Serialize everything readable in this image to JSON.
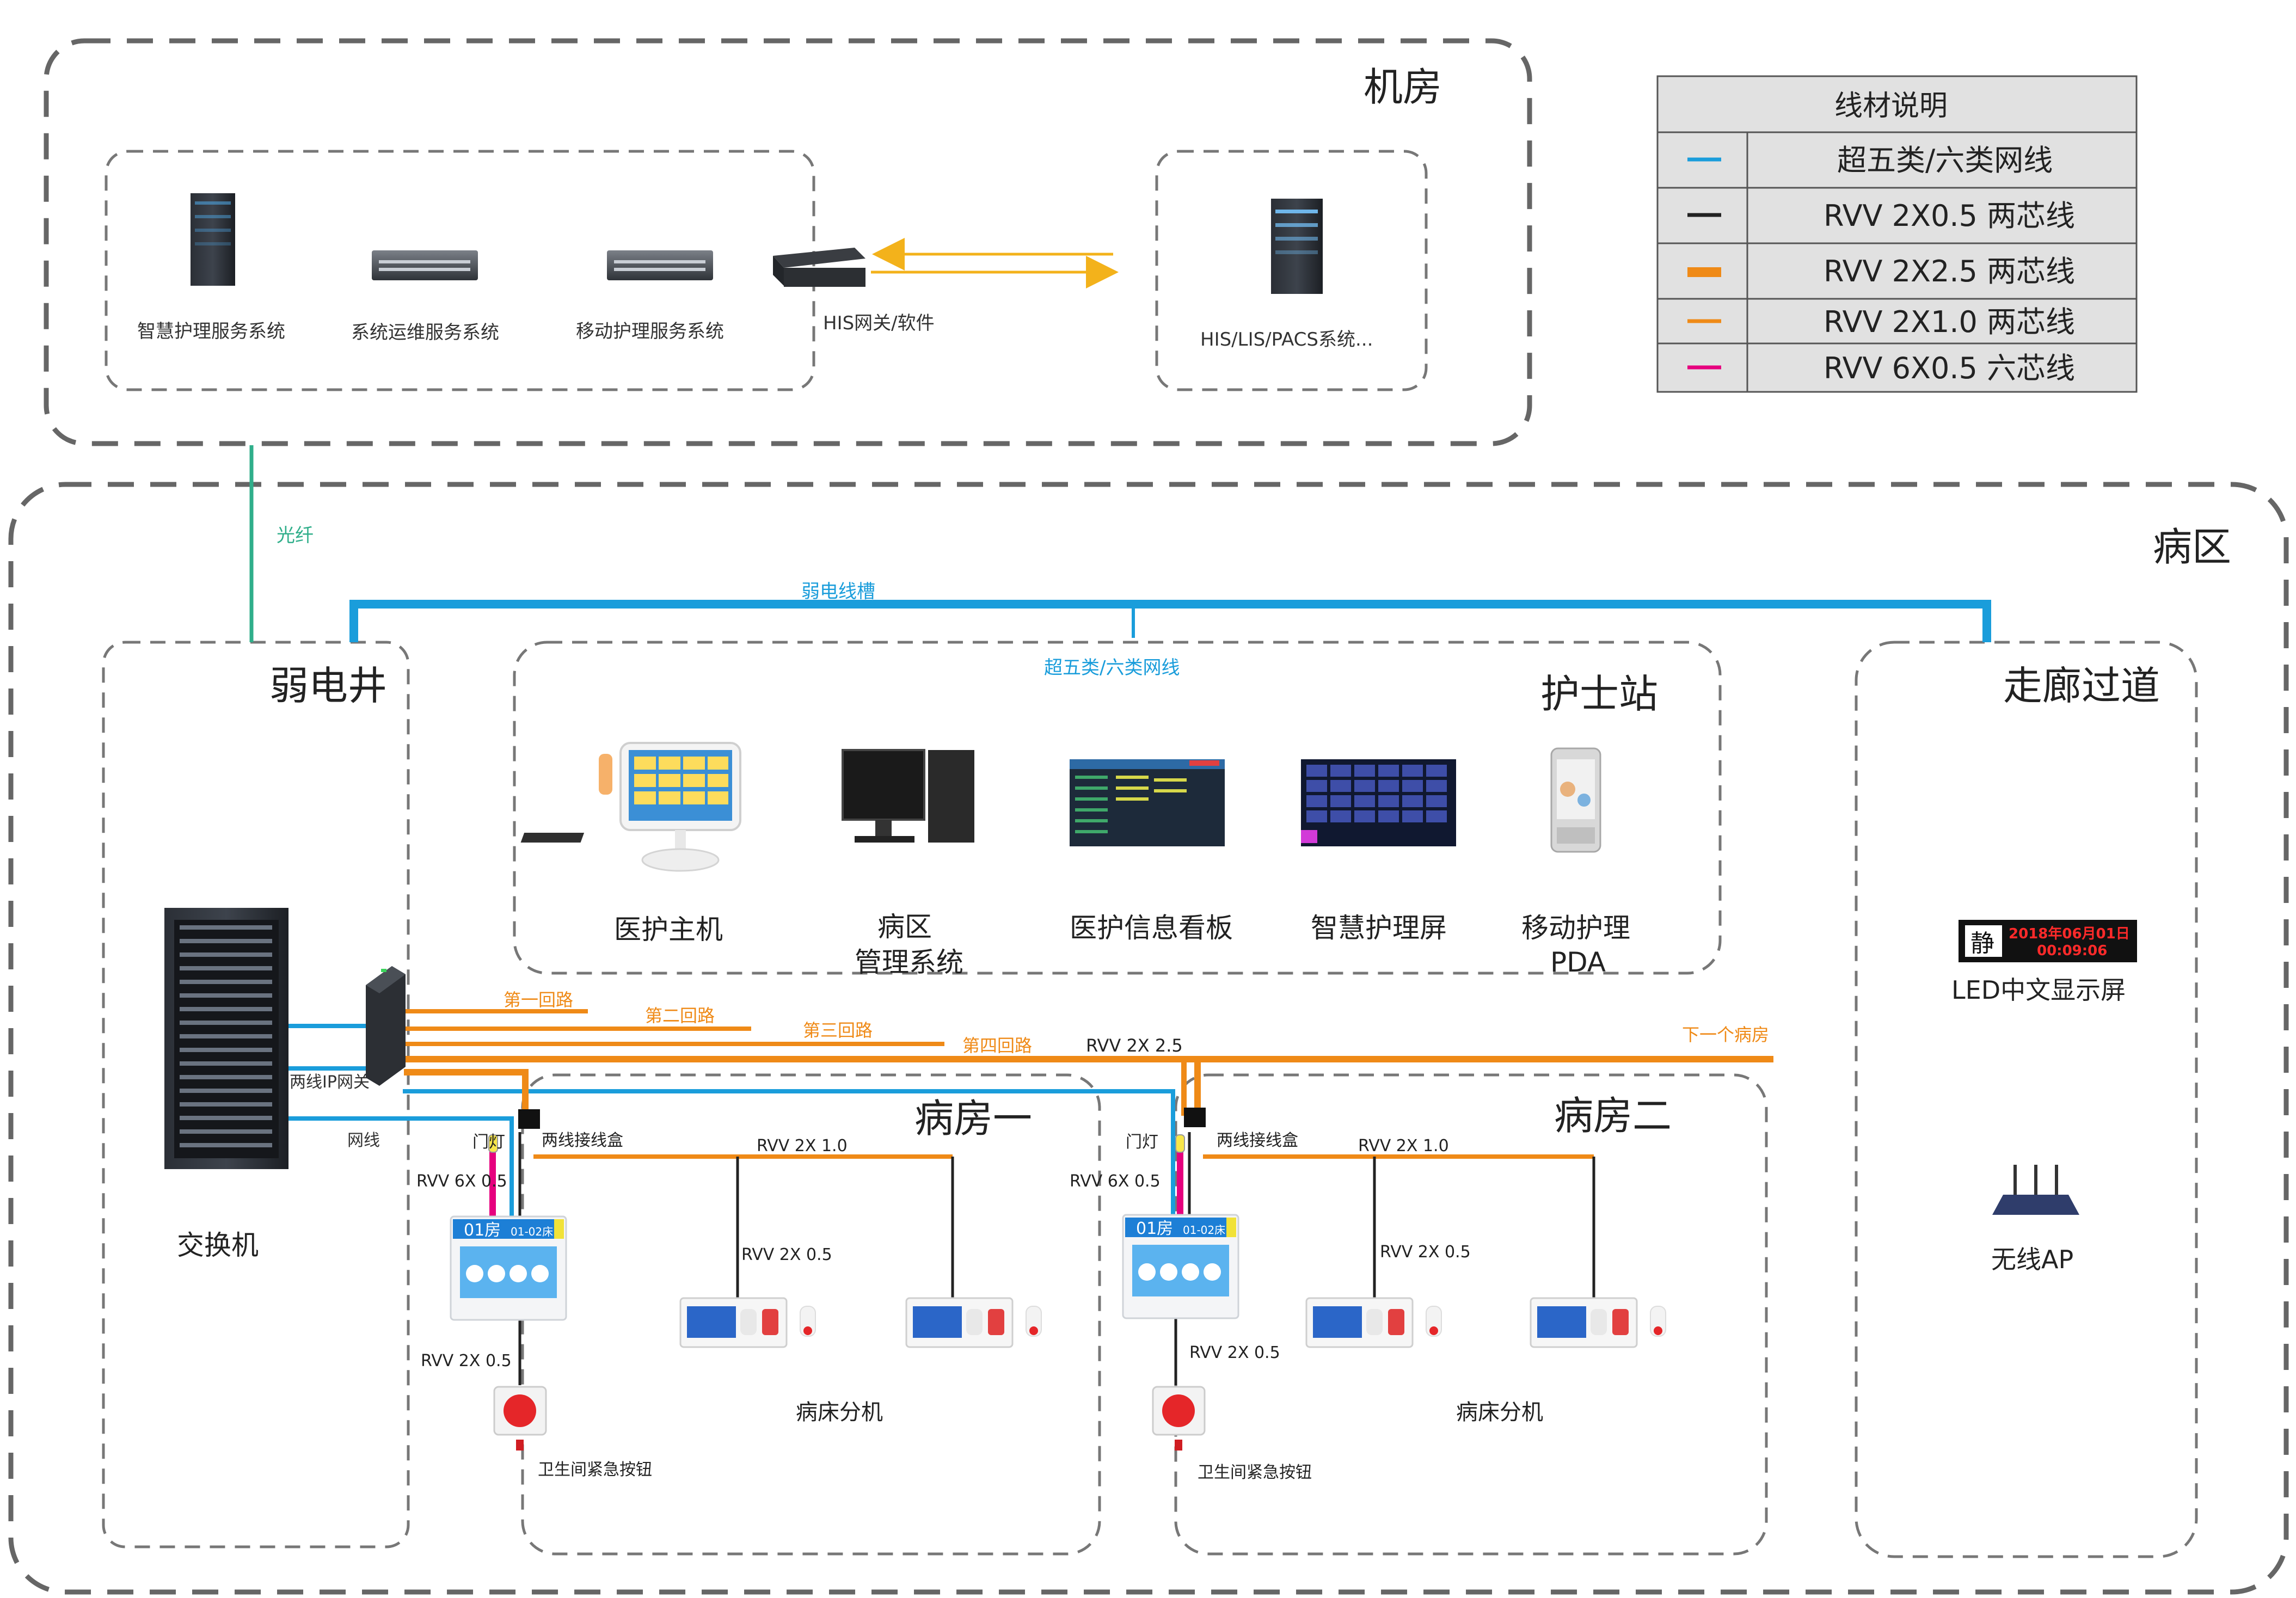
{
  "zones": {
    "machine_room": "机房",
    "ward": "病区",
    "weak_well": "弱电井",
    "nurse_station": "护士站",
    "corridor": "走廊过道",
    "room_one": "病房一",
    "room_two": "病房二"
  },
  "machine_room": {
    "items": [
      "智慧护理服务系统",
      "系统运维服务系统",
      "移动护理服务系统",
      "HIS网关/软件",
      "HIS/LIS/PACS系统..."
    ]
  },
  "legend": {
    "title": "线材说明",
    "rows": [
      {
        "label": "超五类/六类网线",
        "color": "#1a9ddb"
      },
      {
        "label": "RVV 2X0.5 两芯线",
        "color": "#222222"
      },
      {
        "label": "RVV 2X2.5 两芯线",
        "color": "#ef8a17"
      },
      {
        "label": "RVV 2X1.0 两芯线",
        "color": "#ef8a17"
      },
      {
        "label": "RVV 6X0.5 六芯线",
        "color": "#e6007e"
      }
    ]
  },
  "labels": {
    "fiber": "光纤",
    "trunk": "弱电线槽",
    "cat_cable": "超五类/六类网线",
    "loop1": "第一回路",
    "loop2": "第二回路",
    "loop3": "第三回路",
    "loop4": "第四回路",
    "rvv25": "RVV 2X 2.5",
    "next_room": "下一个病房",
    "gateway": "两线IP网关",
    "network_cable": "网线",
    "switch": "交换机"
  },
  "nurse_station": {
    "devices": [
      "医护主机",
      "病区",
      "管理系统",
      "医护信息看板",
      "智慧护理屏",
      "移动护理",
      "PDA"
    ]
  },
  "corridor": {
    "led_label": "LED中文显示屏",
    "led_date": "2018年06月01日",
    "led_time": "00:09:06",
    "led_badge": "静",
    "ap_label": "无线AP"
  },
  "room_one": {
    "door_light": "门灯",
    "junction": "两线接线盒",
    "rvv10": "RVV 2X 1.0",
    "rvv60": "RVV 6X 0.5",
    "rvv05_bed": "RVV 2X 0.5",
    "rvv05_btn": "RVV 2X 0.5",
    "bed_units": "病床分机",
    "emergency": "卫生间紧急按钮",
    "room_no": "01房",
    "room_sub": "01-02床"
  },
  "room_two": {
    "door_light": "门灯",
    "junction": "两线接线盒",
    "rvv10": "RVV 2X 1.0",
    "rvv60": "RVV 6X 0.5",
    "rvv05_bed": "RVV 2X 0.5",
    "rvv05_btn": "RVV 2X 0.5",
    "bed_units": "病床分机",
    "emergency": "卫生间紧急按钮",
    "room_no": "01房",
    "room_sub": "01-02床"
  }
}
